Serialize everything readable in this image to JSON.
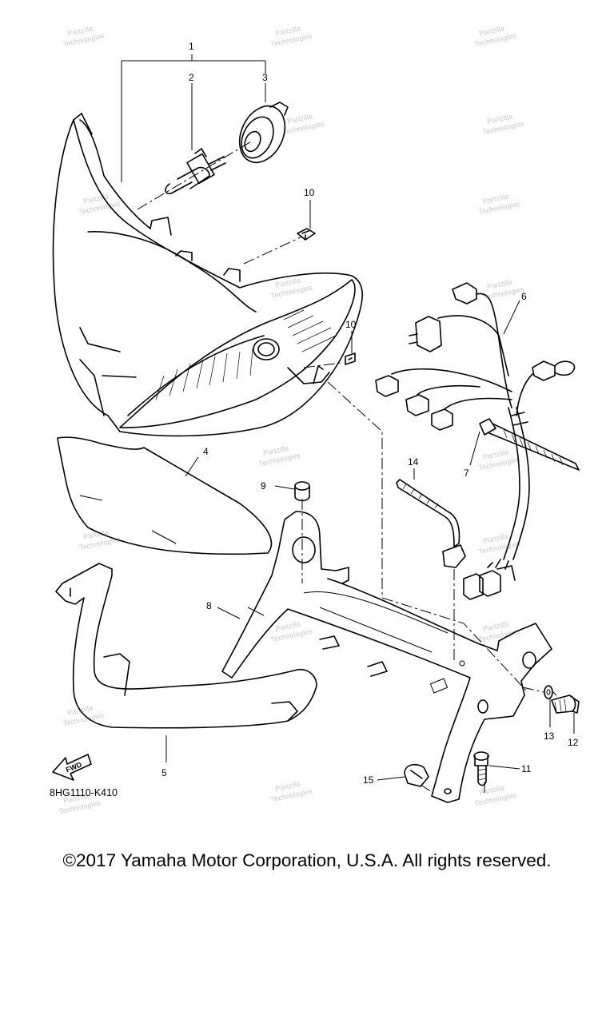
{
  "diagram": {
    "callouts": [
      "1",
      "2",
      "3",
      "4",
      "5",
      "6",
      "7",
      "8",
      "9",
      "10",
      "10",
      "11",
      "12",
      "13",
      "14",
      "15"
    ],
    "drawing_code": "8HG1110-K410",
    "fwd_label": "FWD",
    "watermark_lines": [
      "Partzilla",
      "Technologies"
    ]
  },
  "footer": {
    "copyright": "©2017 Yamaha Motor Corporation, U.S.A. All rights reserved."
  }
}
